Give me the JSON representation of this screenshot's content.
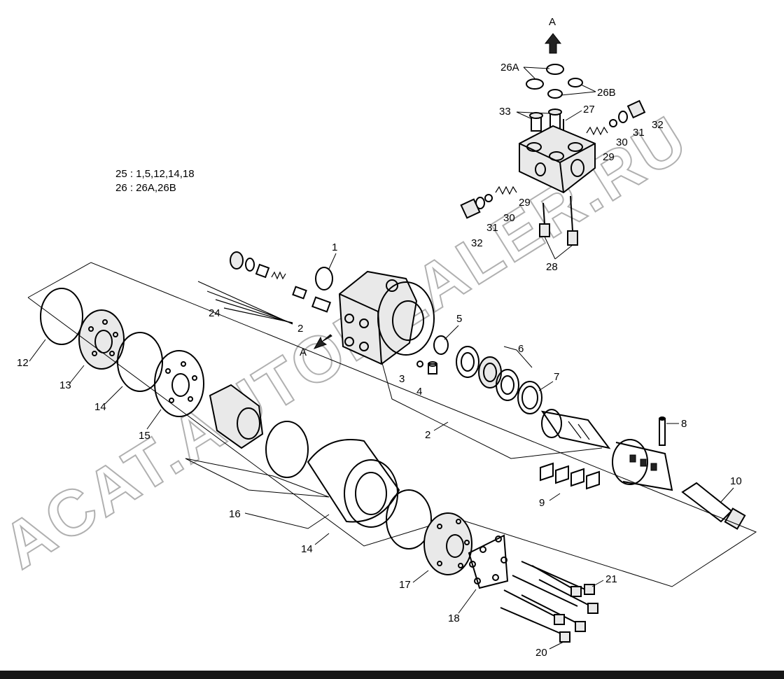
{
  "watermark": "ACAT.AUTODEALER.RU",
  "view_marker": "A",
  "notes": [
    "25 : 1,5,12,14,18",
    "26 : 26A,26B"
  ],
  "labels": {
    "l26A": "26A",
    "l26B": "26B",
    "l33": "33",
    "l27": "27",
    "l32a": "32",
    "l31a": "31",
    "l30a": "30",
    "l29a": "29",
    "l29b": "29",
    "l30b": "30",
    "l31b": "31",
    "l32b": "32",
    "l28": "28",
    "l1": "1",
    "l24": "24",
    "l2a": "2",
    "lA": "A",
    "l5": "5",
    "l6": "6",
    "l7": "7",
    "l3": "3",
    "l4": "4",
    "l12": "12",
    "l13": "13",
    "l14a": "14",
    "l15": "15",
    "l2b": "2",
    "l8": "8",
    "l9": "9",
    "l10": "10",
    "l16": "16",
    "l14b": "14",
    "l17": "17",
    "l18": "18",
    "l21": "21",
    "l20": "20"
  }
}
